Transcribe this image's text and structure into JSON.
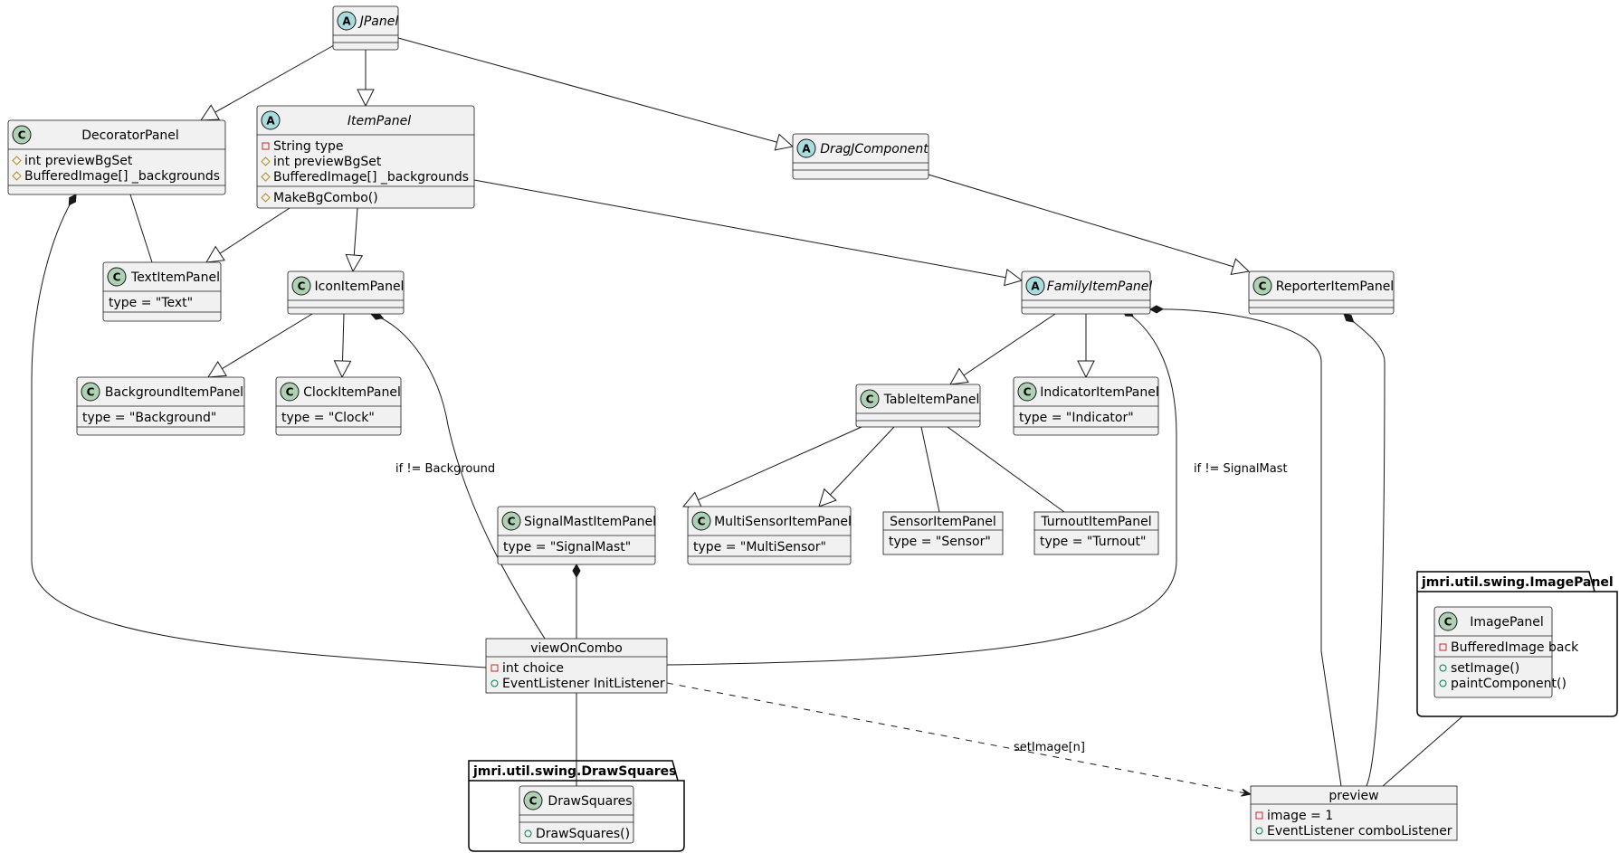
{
  "diagram": {
    "packages": [
      {
        "id": "pkg-imagepanel",
        "name": "jmri.util.swing.ImagePanel"
      },
      {
        "id": "pkg-drawsquares",
        "name": "jmri.util.swing.DrawSquares"
      }
    ],
    "classes": [
      {
        "id": "JPanel",
        "name": "JPanel",
        "stereotype": "abstract",
        "fields": [],
        "methods": []
      },
      {
        "id": "DecoratorPanel",
        "name": "DecoratorPanel",
        "stereotype": "class",
        "fields": [
          {
            "vis": "protected",
            "text": "int previewBgSet"
          },
          {
            "vis": "protected",
            "text": "BufferedImage[] _backgrounds"
          }
        ],
        "methods": []
      },
      {
        "id": "ItemPanel",
        "name": "ItemPanel",
        "stereotype": "abstract",
        "fields": [
          {
            "vis": "private",
            "text": "String type"
          },
          {
            "vis": "protected",
            "text": "int previewBgSet"
          },
          {
            "vis": "protected",
            "text": "BufferedImage[] _backgrounds"
          }
        ],
        "methods": [
          {
            "vis": "protected",
            "text": "MakeBgCombo()"
          }
        ]
      },
      {
        "id": "DragJComponent",
        "name": "DragJComponent",
        "stereotype": "abstract",
        "fields": [],
        "methods": []
      },
      {
        "id": "TextItemPanel",
        "name": "TextItemPanel",
        "stereotype": "class",
        "fields": [
          {
            "vis": "",
            "text": "type = \"Text\""
          }
        ],
        "methods": []
      },
      {
        "id": "IconItemPanel",
        "name": "IconItemPanel",
        "stereotype": "class",
        "fields": [],
        "methods": []
      },
      {
        "id": "FamilyItemPanel",
        "name": "FamilyItemPanel",
        "stereotype": "abstract",
        "fields": [],
        "methods": []
      },
      {
        "id": "ReporterItemPanel",
        "name": "ReporterItemPanel",
        "stereotype": "class",
        "fields": [],
        "methods": []
      },
      {
        "id": "BackgroundItemPanel",
        "name": "BackgroundItemPanel",
        "stereotype": "class",
        "fields": [
          {
            "vis": "",
            "text": "type = \"Background\""
          }
        ],
        "methods": []
      },
      {
        "id": "ClockItemPanel",
        "name": "ClockItemPanel",
        "stereotype": "class",
        "fields": [
          {
            "vis": "",
            "text": "type = \"Clock\""
          }
        ],
        "methods": []
      },
      {
        "id": "TableItemPanel",
        "name": "TableItemPanel",
        "stereotype": "class",
        "fields": [],
        "methods": []
      },
      {
        "id": "IndicatorItemPanel",
        "name": "IndicatorItemPanel",
        "stereotype": "class",
        "fields": [
          {
            "vis": "",
            "text": "type = \"Indicator\""
          }
        ],
        "methods": []
      },
      {
        "id": "SignalMastItemPanel",
        "name": "SignalMastItemPanel",
        "stereotype": "class",
        "fields": [
          {
            "vis": "",
            "text": "type = \"SignalMast\""
          }
        ],
        "methods": []
      },
      {
        "id": "MultiSensorItemPanel",
        "name": "MultiSensorItemPanel",
        "stereotype": "class",
        "fields": [
          {
            "vis": "",
            "text": "type = \"MultiSensor\""
          }
        ],
        "methods": []
      },
      {
        "id": "SensorItemPanel",
        "name": "SensorItemPanel",
        "stereotype": "object",
        "fields": [
          {
            "vis": "",
            "text": "type = \"Sensor\""
          }
        ],
        "methods": []
      },
      {
        "id": "TurnoutItemPanel",
        "name": "TurnoutItemPanel",
        "stereotype": "object",
        "fields": [
          {
            "vis": "",
            "text": "type = \"Turnout\""
          }
        ],
        "methods": []
      },
      {
        "id": "viewOnCombo",
        "name": "viewOnCombo",
        "stereotype": "object",
        "fields": [
          {
            "vis": "private",
            "text": "int choice"
          },
          {
            "vis": "public",
            "text": "EventListener InitListener"
          }
        ],
        "methods": []
      },
      {
        "id": "ImagePanel",
        "name": "ImagePanel",
        "stereotype": "class",
        "fields": [
          {
            "vis": "private",
            "text": "BufferedImage back"
          }
        ],
        "methods": [
          {
            "vis": "public",
            "text": "setImage()"
          },
          {
            "vis": "public",
            "text": "paintComponent()"
          }
        ]
      },
      {
        "id": "DrawSquares",
        "name": "DrawSquares",
        "stereotype": "class",
        "fields": [],
        "methods": [
          {
            "vis": "public",
            "text": "DrawSquares()"
          }
        ]
      },
      {
        "id": "preview",
        "name": "preview",
        "stereotype": "object",
        "fields": [
          {
            "vis": "private",
            "text": "image = 1"
          },
          {
            "vis": "public",
            "text": "EventListener comboListener"
          }
        ],
        "methods": []
      }
    ],
    "relations": [
      {
        "id": "r1",
        "from": "DecoratorPanel",
        "to": "JPanel",
        "kind": "extends"
      },
      {
        "id": "r2",
        "from": "ItemPanel",
        "to": "JPanel",
        "kind": "extends"
      },
      {
        "id": "r3",
        "from": "DragJComponent",
        "to": "JPanel",
        "kind": "extends"
      },
      {
        "id": "r4",
        "from": "TextItemPanel",
        "to": "ItemPanel",
        "kind": "extends"
      },
      {
        "id": "r5",
        "from": "TextItemPanel",
        "to": "DecoratorPanel",
        "kind": "association"
      },
      {
        "id": "r6",
        "from": "IconItemPanel",
        "to": "ItemPanel",
        "kind": "extends"
      },
      {
        "id": "r7",
        "from": "FamilyItemPanel",
        "to": "ItemPanel",
        "kind": "extends"
      },
      {
        "id": "r8",
        "from": "ReporterItemPanel",
        "to": "DragJComponent",
        "kind": "extends"
      },
      {
        "id": "r9",
        "from": "BackgroundItemPanel",
        "to": "IconItemPanel",
        "kind": "extends"
      },
      {
        "id": "r10",
        "from": "ClockItemPanel",
        "to": "IconItemPanel",
        "kind": "extends"
      },
      {
        "id": "r11",
        "from": "TableItemPanel",
        "to": "FamilyItemPanel",
        "kind": "extends"
      },
      {
        "id": "r12",
        "from": "IndicatorItemPanel",
        "to": "FamilyItemPanel",
        "kind": "extends"
      },
      {
        "id": "r13",
        "from": "SignalMastItemPanel",
        "to": "TableItemPanel",
        "kind": "extends"
      },
      {
        "id": "r14",
        "from": "MultiSensorItemPanel",
        "to": "TableItemPanel",
        "kind": "extends"
      },
      {
        "id": "r15",
        "from": "SensorItemPanel",
        "to": "TableItemPanel",
        "kind": "association"
      },
      {
        "id": "r16",
        "from": "TurnoutItemPanel",
        "to": "TableItemPanel",
        "kind": "association"
      },
      {
        "id": "r17",
        "from": "viewOnCombo",
        "to": "DecoratorPanel",
        "kind": "composition"
      },
      {
        "id": "r18",
        "from": "viewOnCombo",
        "to": "IconItemPanel",
        "kind": "composition",
        "label": "if != Background"
      },
      {
        "id": "r19",
        "from": "viewOnCombo",
        "to": "SignalMastItemPanel",
        "kind": "composition"
      },
      {
        "id": "r20",
        "from": "viewOnCombo",
        "to": "FamilyItemPanel",
        "kind": "composition",
        "label": "if != SignalMast"
      },
      {
        "id": "r21",
        "from": "preview",
        "to": "FamilyItemPanel",
        "kind": "composition"
      },
      {
        "id": "r22",
        "from": "preview",
        "to": "ReporterItemPanel",
        "kind": "composition"
      },
      {
        "id": "r23",
        "from": "viewOnCombo",
        "to": "DrawSquares",
        "kind": "association"
      },
      {
        "id": "r24",
        "from": "viewOnCombo",
        "to": "preview",
        "kind": "dependency",
        "label": "setImage[n]"
      },
      {
        "id": "r25",
        "from": "preview",
        "to": "ImagePanel",
        "kind": "association"
      }
    ]
  }
}
